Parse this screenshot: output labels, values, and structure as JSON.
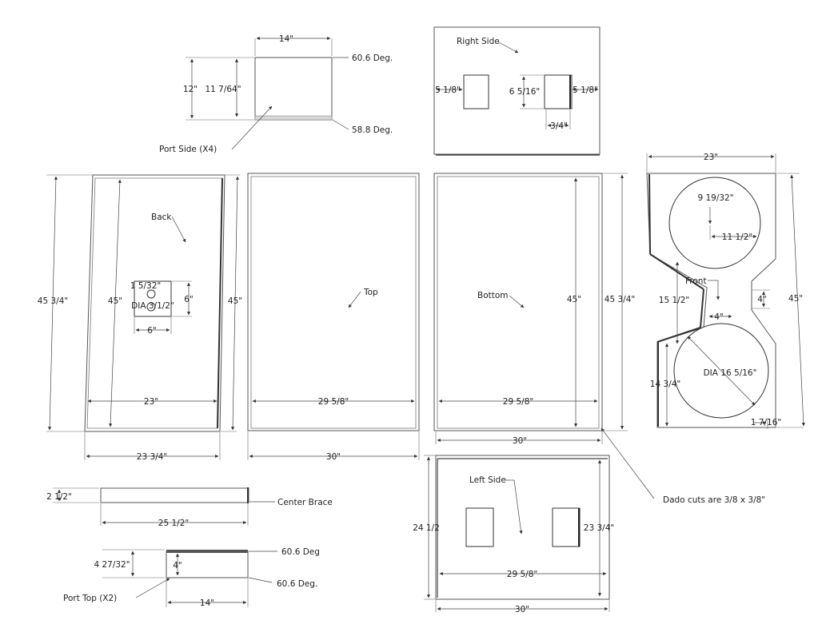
{
  "dimensions": {
    "port_side_width": "14\"",
    "port_side_height_outer": "12\"",
    "port_side_height_inner": "11 7/64\"",
    "port_side_angle_top": "60.6 Deg.",
    "port_side_angle_bottom": "58.8 Deg.",
    "right_side_left_offset": "5 1/8\"",
    "right_side_right_offset": "5 1/8\"",
    "right_side_cut_height": "6 5/16\"",
    "right_side_cut_width": "3/4\"",
    "back_outer_height": "45 3/4\"",
    "back_inner_height": "45\"",
    "back_right_height": "45\"",
    "back_inner_width": "23\"",
    "back_outer_width": "23 3/4\"",
    "terminal_hole_spacing": "1 5/32\"",
    "terminal_hole_dia": "DIA 3/1/2\"",
    "terminal_plate_height": "6\"",
    "terminal_plate_width": "6\"",
    "top_inner_width": "29 5/8\"",
    "top_outer_width": "30\"",
    "bottom_inner_width": "29 5/8\"",
    "bottom_outer_width": "30\"",
    "bottom_inner_height": "45\"",
    "bottom_outer_height": "45 3/4\"",
    "front_width": "23\"",
    "front_height": "45\"",
    "front_upper_hole_dia": "9 19/32\"",
    "front_upper_hole_offset": "11 1/2\"",
    "front_slot_height": "4\"",
    "front_slot_width": "4\"",
    "front_mid_offset": "15 1/2\"",
    "front_lower_offset": "14 3/4\"",
    "front_lower_hole_dia": "DIA 16 5/16\"",
    "front_bottom_offset": "1 7/16\"",
    "center_brace_height": "2 1/2\"",
    "center_brace_length": "25 1/2\"",
    "port_top_outer_height": "4 27/32\"",
    "port_top_inner_height": "4\"",
    "port_top_width": "14\"",
    "port_top_angle_top": "60.6 Deg",
    "port_top_angle_bottom": "60.6 Deg.",
    "left_side_outer_height": "24 1/2",
    "left_side_inner_height": "23 3/4\"",
    "left_side_inner_width": "29 5/8\"",
    "left_side_outer_width": "30\""
  },
  "labels": {
    "port_side": "Port Side (X4)",
    "right_side": "Right Side",
    "back": "Back",
    "top": "Top",
    "bottom": "Bottom",
    "front": "Front",
    "center_brace": "Center Brace",
    "left_side": "Left Side",
    "port_top": "Port Top (X2)",
    "dado_note": "Dado cuts are 3/8 x 3/8\""
  }
}
